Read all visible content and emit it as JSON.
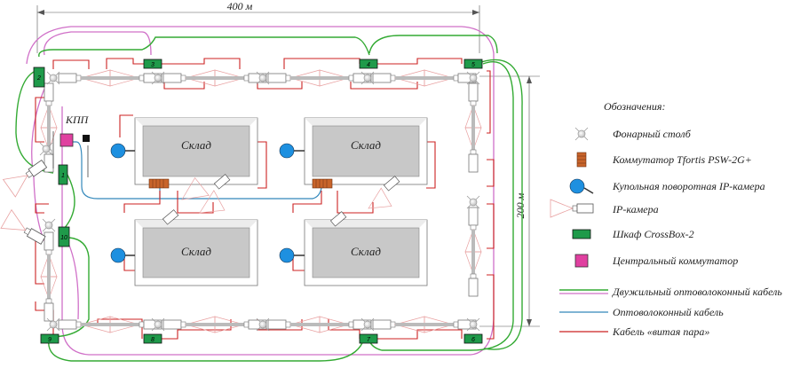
{
  "dimensions": {
    "width_label": "400 м",
    "height_label": "200 м"
  },
  "checkpoint_label": "КПП",
  "warehouses": [
    "Склад",
    "Склад",
    "Склад",
    "Склад"
  ],
  "cabinets": [
    "1",
    "2",
    "3",
    "4",
    "5",
    "6",
    "7",
    "8",
    "9",
    "10"
  ],
  "legend": {
    "title": "Обозначения:",
    "items": [
      {
        "icon": "lamp-post-icon",
        "label": "Фонарный столб"
      },
      {
        "icon": "switch-psw-icon",
        "label": "Коммутатор Tfortis PSW-2G+"
      },
      {
        "icon": "dome-camera-icon",
        "label": "Купольная поворотная IP-камера"
      },
      {
        "icon": "ip-camera-icon",
        "label": "IP-камера"
      },
      {
        "icon": "crossbox-cabinet-icon",
        "label": "Шкаф CrossBox-2"
      },
      {
        "icon": "central-switch-icon",
        "label": "Центральный коммутатор"
      }
    ],
    "cables": [
      {
        "label": "Двужильный оптоволоконный кабель",
        "color": "#33aa33"
      },
      {
        "label": "Оптоволоконный кабель",
        "color": "#3388bb"
      },
      {
        "label": "Кабель «витая пара»",
        "color": "#cc2222"
      }
    ]
  },
  "colors": {
    "cabinet": "#1f9a4a",
    "switch": "#c8642a",
    "dome": "#1e90e0",
    "central": "#e040a0",
    "pink_cable": "#d070c8",
    "green_cable": "#33aa33",
    "blue_cable": "#3388bb",
    "red_cable": "#cc2222",
    "warehouse_fill": "#c8c8c8"
  }
}
